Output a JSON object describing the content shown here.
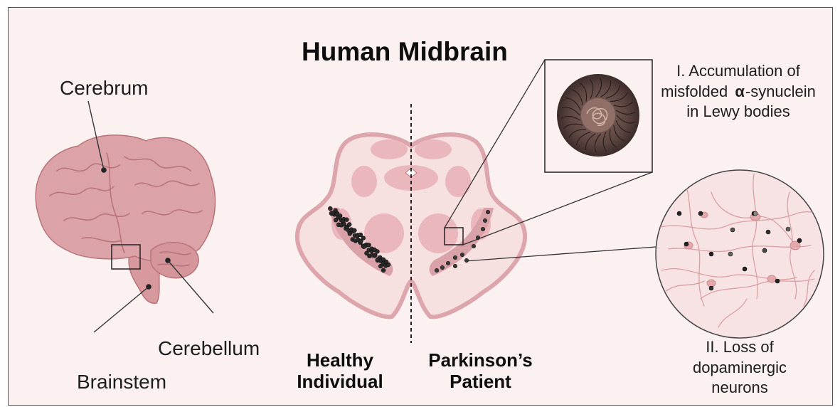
{
  "title": "Human Midbrain",
  "labels": {
    "cerebrum": "Cerebrum",
    "cerebellum": "Cerebellum",
    "brainstem": "Brainstem"
  },
  "comparison": {
    "healthy": [
      "Healthy",
      "Individual"
    ],
    "patient": [
      "Parkinson’s",
      "Patient"
    ]
  },
  "findings": {
    "lewy": [
      "I. Accumulation of",
      "misfolded",
      "-synuclein",
      "in Lewy bodies"
    ],
    "alpha_symbol": "α",
    "neurons": [
      "II. Loss of",
      "dopaminergic",
      "neurons"
    ]
  },
  "colors": {
    "background": "#fbf1f1",
    "brain": "#dba3a8",
    "midbrain_fill": "#f7e0e0",
    "midbrain_structures": "#eab7bd",
    "neuron_dots": "#2a2a2a"
  }
}
